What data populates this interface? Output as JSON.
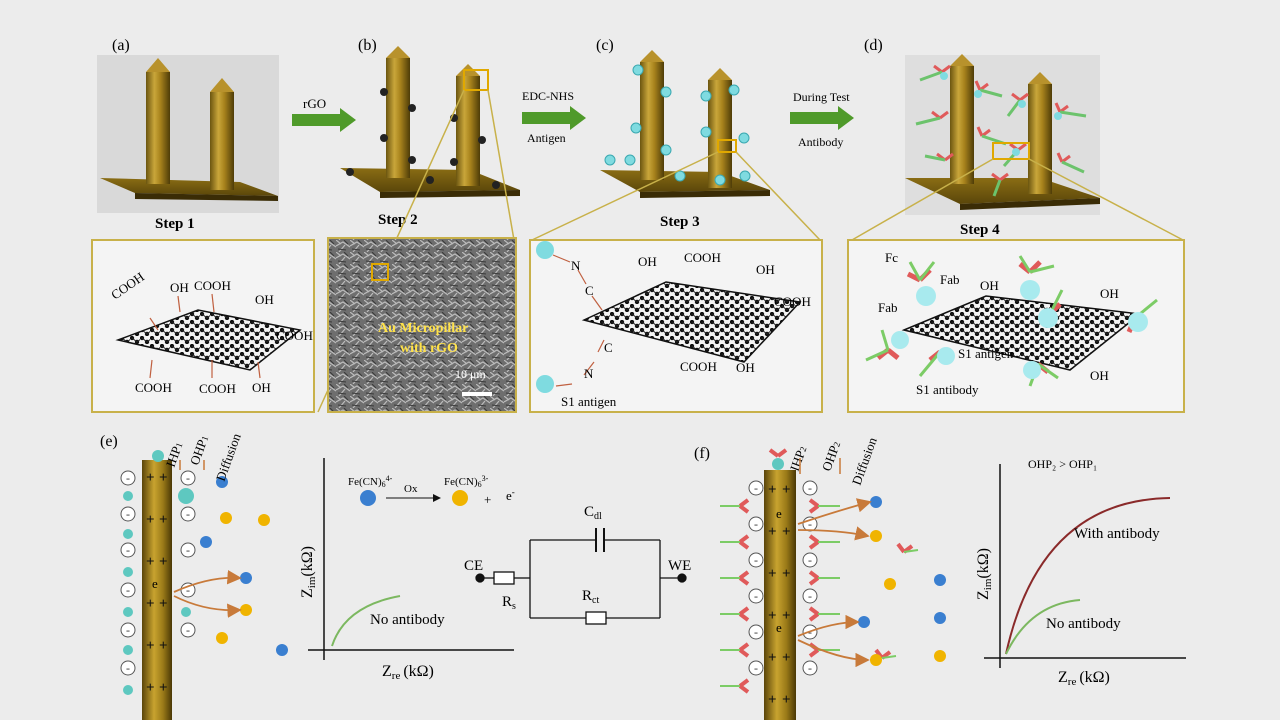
{
  "panels": {
    "a": "(a)",
    "b": "(b)",
    "c": "(c)",
    "d": "(d)",
    "e": "(e)",
    "f": "(f)"
  },
  "steps": {
    "s1": "Step 1",
    "s2": "Step 2",
    "s3": "Step 3",
    "s4": "Step 4"
  },
  "arrows": {
    "ab": "rGO",
    "bc_top": "EDC-NHS",
    "bc_bottom": "Antigen",
    "cd_top": "During Test",
    "cd_bottom": "Antibody"
  },
  "box1": {
    "groups": [
      "COOH",
      "OH",
      "COOH",
      "OH",
      "COOH",
      "COOH",
      "COOH",
      "OH"
    ]
  },
  "sem": {
    "caption_line1": "Au Micropillar",
    "caption_line2": "with rGO",
    "scale": "10 μm"
  },
  "box3": {
    "groups": [
      "OH",
      "COOH",
      "OH",
      "COOH",
      "COOH",
      "OH"
    ],
    "atoms": [
      "N",
      "C",
      "C",
      "N"
    ],
    "label": "S1 antigen"
  },
  "box4": {
    "fc": "Fc",
    "fab1": "Fab",
    "fab2": "Fab",
    "groups": [
      "OH",
      "OH",
      "OH"
    ],
    "antigen": "S1 antigen",
    "antibody": "S1 antibody"
  },
  "e": {
    "hp": "IHP",
    "hp_sub": "1",
    "op": "OHP",
    "op_sub": "1",
    "diffusion": "Diffusion",
    "electron": "e",
    "reaction": {
      "left": "Fe(CN)",
      "left_sub": "6",
      "left_sup": "4-",
      "ox": "Ox",
      "right": "Fe(CN)",
      "right_sub": "6",
      "right_sup": "3-",
      "plus": "+",
      "e": "e",
      "e_sup": "-"
    },
    "ylabel": "Z",
    "ylabel_sub": "im",
    "ylabel_unit": "(kΩ)",
    "xlabel": "Z",
    "xlabel_sub": "re",
    "xlabel_unit": "(kΩ)",
    "curve": "No antibody",
    "circuit": {
      "ce": "CE",
      "we": "WE",
      "cdl": "C",
      "cdl_sub": "dl",
      "rs": "R",
      "rs_sub": "s",
      "rct": "R",
      "rct_sub": "ct"
    }
  },
  "f": {
    "hp": "IHP",
    "hp_sub": "2",
    "op": "OHP",
    "op_sub": "2",
    "diffusion": "Diffusion",
    "electron": "e",
    "condition": "OHP₂ > OHP₁",
    "ylabel": "Z",
    "ylabel_sub": "im",
    "ylabel_unit": "(kΩ)",
    "xlabel": "Z",
    "xlabel_sub": "re",
    "xlabel_unit": "(kΩ)",
    "curve1": "With antibody",
    "curve2": "No antibody"
  },
  "colors": {
    "gold": "#c9a227",
    "box": "#c8b14a",
    "green": "#5a9a2c",
    "cyan": "#7fdbe0",
    "blue": "#3a7fd0",
    "yellow": "#f0b400",
    "red": "#e05a5a",
    "orange": "#c87a3a"
  },
  "icons": [
    "pillar-icon",
    "graphene-sheet-icon",
    "antibody-icon",
    "antigen-sphere-icon"
  ]
}
